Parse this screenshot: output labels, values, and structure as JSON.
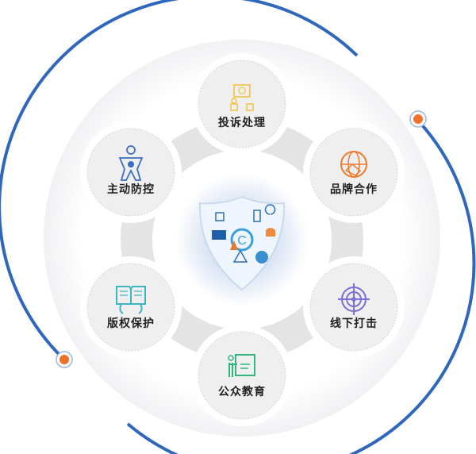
{
  "center": {
    "icon": "copyright-shield-icon"
  },
  "nodes": [
    {
      "label": "投诉处理",
      "icon": "complaint-icon",
      "color": "#f2c14a"
    },
    {
      "label": "品牌合作",
      "icon": "handshake-globe-icon",
      "color": "#ee7a2c"
    },
    {
      "label": "线下打击",
      "icon": "target-icon",
      "color": "#7b6fd8"
    },
    {
      "label": "公众教育",
      "icon": "teacher-board-icon",
      "color": "#33b57f"
    },
    {
      "label": "版权保护",
      "icon": "book-hands-icon",
      "color": "#3db6c2"
    },
    {
      "label": "主动防控",
      "icon": "person-shield-icon",
      "color": "#3a6ec2"
    }
  ],
  "colors": {
    "arc": "#2f67bd",
    "dot": "#f0722a",
    "node_fill": "#efefef",
    "band": "#e4e4e4"
  }
}
